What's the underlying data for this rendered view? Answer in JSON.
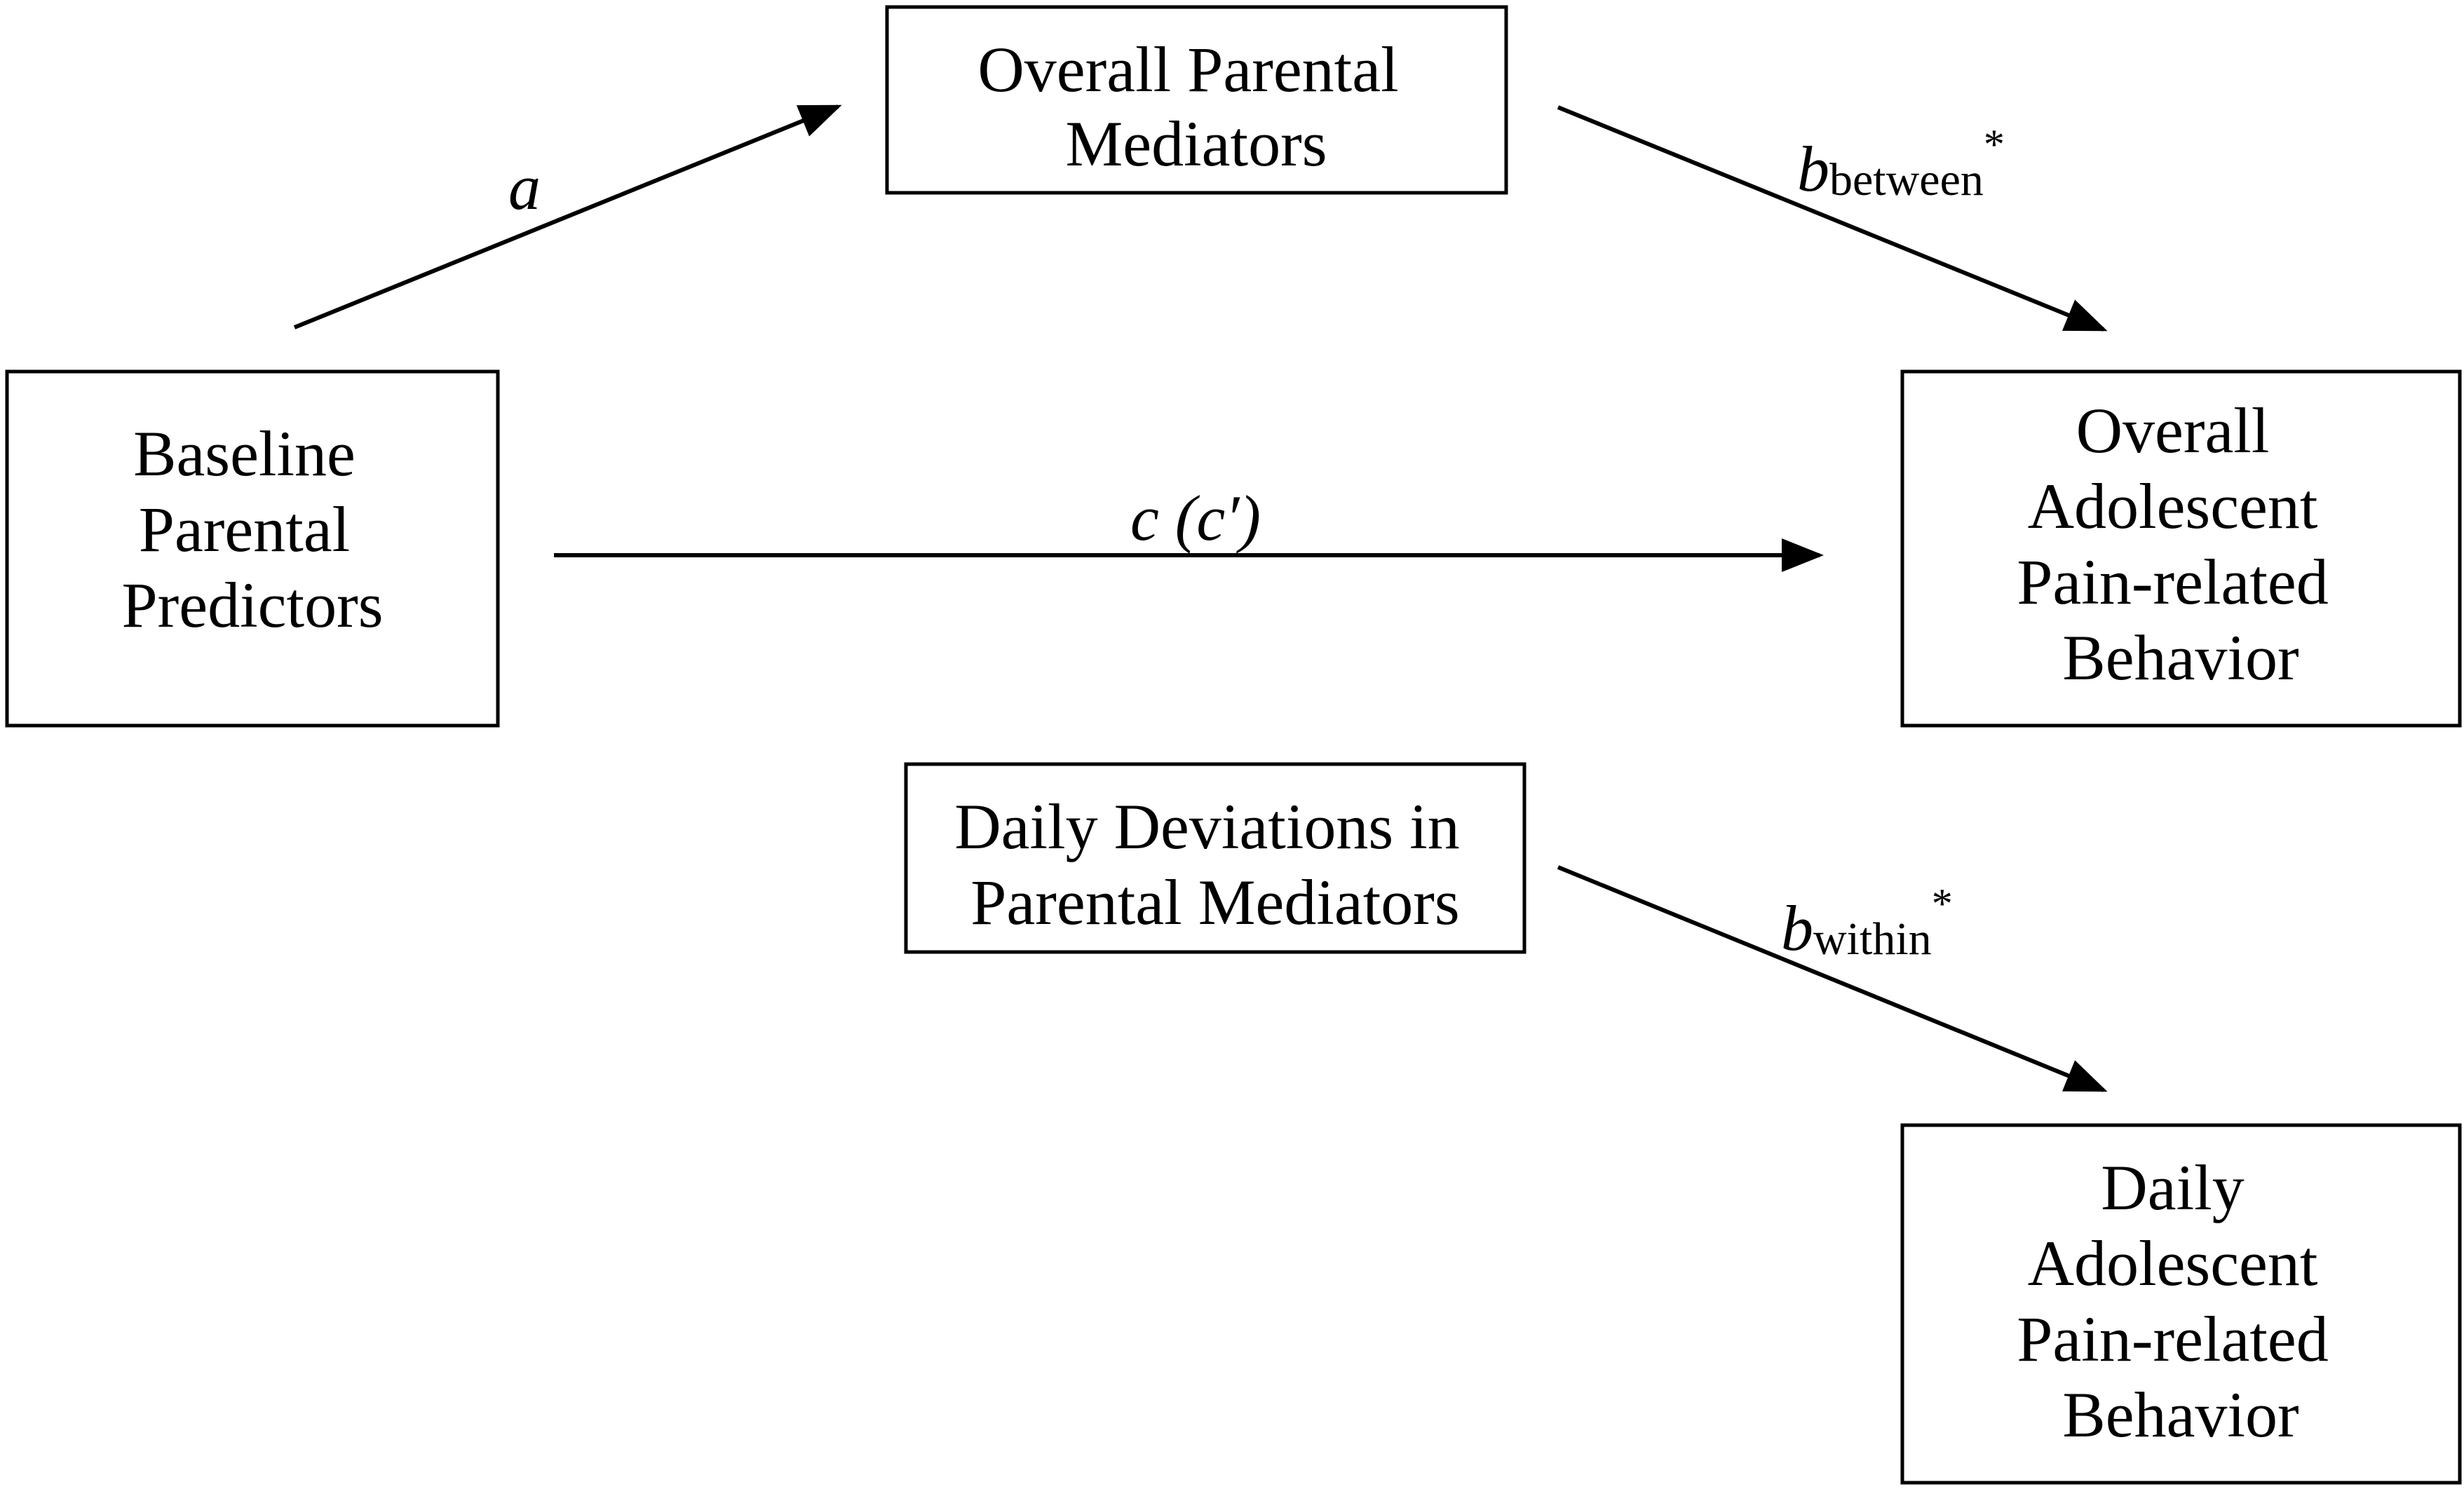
{
  "diagram": {
    "nodes": {
      "baseline_predictors": {
        "lines": [
          "Baseline",
          "Parental",
          "Predictors"
        ]
      },
      "overall_mediators": {
        "lines": [
          "Overall Parental",
          "Mediators"
        ]
      },
      "overall_behavior": {
        "lines": [
          "Overall",
          "Adolescent",
          "Pain-related",
          "Behavior"
        ]
      },
      "daily_mediators": {
        "lines": [
          "Daily Deviations in",
          "Parental Mediators"
        ]
      },
      "daily_behavior": {
        "lines": [
          "Daily",
          "Adolescent",
          "Pain-related",
          "Behavior"
        ]
      }
    },
    "edges": {
      "a": {
        "from": "Baseline Parental Predictors",
        "to": "Overall Parental Mediators",
        "label": "a"
      },
      "c": {
        "from": "Baseline Parental Predictors",
        "to": "Overall Adolescent Pain-related Behavior",
        "label": "c (c′)"
      },
      "b_between": {
        "from": "Overall Parental Mediators",
        "to": "Overall Adolescent Pain-related Behavior",
        "label": "b",
        "subscript": "between",
        "superscript": "*"
      },
      "b_within": {
        "from": "Daily Deviations in Parental Mediators",
        "to": "Daily Adolescent Pain-related Behavior",
        "label": "b",
        "subscript": "within",
        "superscript": "*"
      }
    }
  }
}
